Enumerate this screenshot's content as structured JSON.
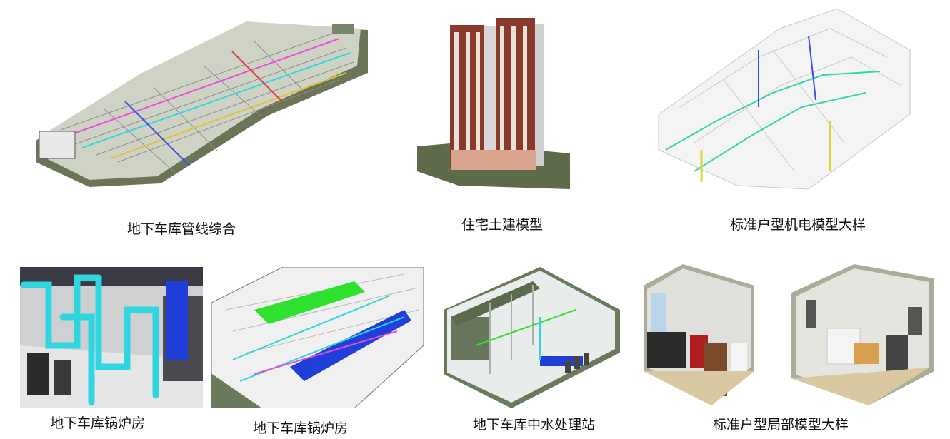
{
  "captions": {
    "garage_pipelines": "地下车库管线综合",
    "residential_civil": "住宅土建模型",
    "unit_mep": "标准户型机电模型大样",
    "boiler_room_1": "地下车库锅炉房",
    "boiler_room_2": "地下车库锅炉房",
    "water_station": "地下车库中水处理站",
    "unit_local": "标准户型局部模型大样"
  },
  "colors": {
    "pipe_cyan": "#2fd6e0",
    "pipe_blue": "#1f3fd8",
    "pipe_green": "#2fe02f",
    "brick": "#8a3a2a",
    "ground": "#5e6b4a"
  }
}
